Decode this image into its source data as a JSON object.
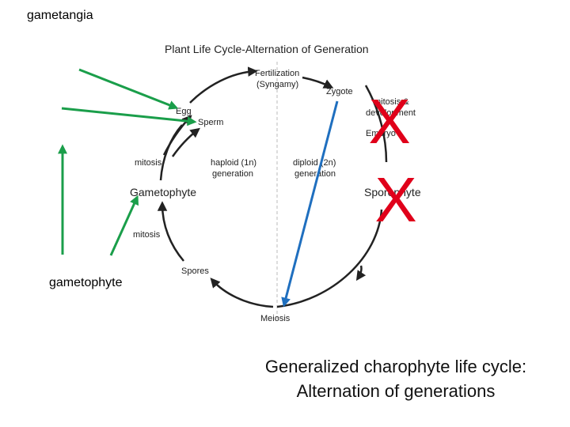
{
  "annotations": {
    "top_label": "gametangia",
    "bottom_label": "gametophyte",
    "cross_mark": "X"
  },
  "diagram": {
    "title": "Plant Life Cycle-Alternation of Generation",
    "fertilization_line1": "Fertilization",
    "fertilization_line2": "(Syngamy)",
    "zygote": "Zygote",
    "mitosis_dev_line1": "mitosis &",
    "mitosis_dev_line2": "development",
    "embryo": "Embryo",
    "sporophyte": "Sporophyte",
    "meiosis": "Meiosis",
    "spores": "Spores",
    "gametophyte": "Gametophyte",
    "egg": "Egg",
    "sperm": "Sperm",
    "mitosis_upper": "mitosis",
    "mitosis_lower": "mitosis",
    "haploid_line1": "haploid (1n)",
    "haploid_line2": "generation",
    "diploid_line1": "diploid (2n)",
    "diploid_line2": "generation"
  },
  "caption": {
    "line1": "Generalized charophyte life cycle:",
    "line2": "Alternation of generations"
  },
  "colors": {
    "green_arrow": "#1a9e4a",
    "blue_arrow": "#1f6fbf",
    "red_mark": "#e0001a",
    "cycle": "#222222"
  }
}
